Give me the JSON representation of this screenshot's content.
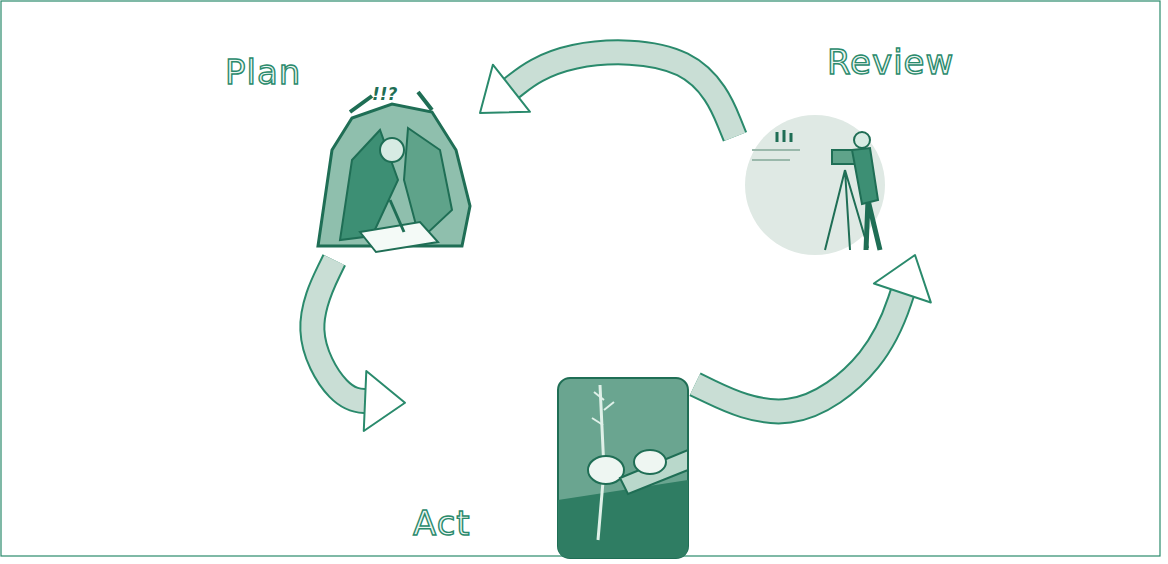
{
  "diagram": {
    "nodes": [
      {
        "text": [
          "Plan"
        ]
      },
      {
        "text": [
          "Review"
        ]
      },
      {
        "text": [
          "Act"
        ]
      }
    ],
    "edges": [
      {
        "from": 0,
        "to": 2,
        "arrow": "to"
      },
      {
        "from": 2,
        "to": 1,
        "arrow": "to"
      },
      {
        "from": 1,
        "to": 0,
        "arrow": "to"
      }
    ],
    "labels": [
      "!!?"
    ]
  }
}
